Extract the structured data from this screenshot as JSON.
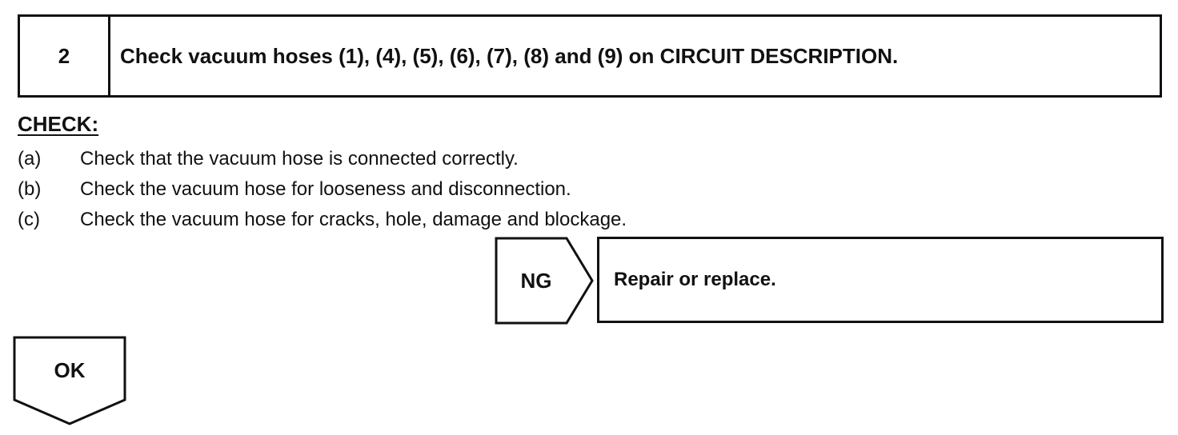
{
  "step": {
    "number": "2",
    "title": "Check vacuum hoses (1), (4), (5), (6), (7), (8) and (9) on CIRCUIT DESCRIPTION."
  },
  "check": {
    "heading": "CHECK:",
    "items": [
      {
        "marker": "(a)",
        "text": "Check that the vacuum hose is connected correctly."
      },
      {
        "marker": "(b)",
        "text": "Check the vacuum hose for looseness and disconnection."
      },
      {
        "marker": "(c)",
        "text": "Check the vacuum hose for cracks, hole, damage and blockage."
      }
    ]
  },
  "ng": {
    "label": "NG",
    "action": "Repair or replace."
  },
  "ok": {
    "label": "OK"
  }
}
